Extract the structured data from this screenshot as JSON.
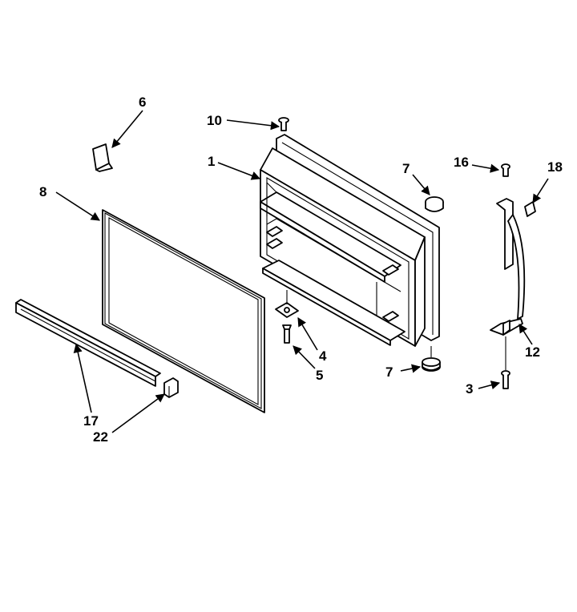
{
  "diagram": {
    "callouts": {
      "c1": "1",
      "c3": "3",
      "c4": "4",
      "c5": "5",
      "c6": "6",
      "c7a": "7",
      "c7b": "7",
      "c8": "8",
      "c10": "10",
      "c12": "12",
      "c16": "16",
      "c17": "17",
      "c18": "18",
      "c22": "22"
    }
  }
}
